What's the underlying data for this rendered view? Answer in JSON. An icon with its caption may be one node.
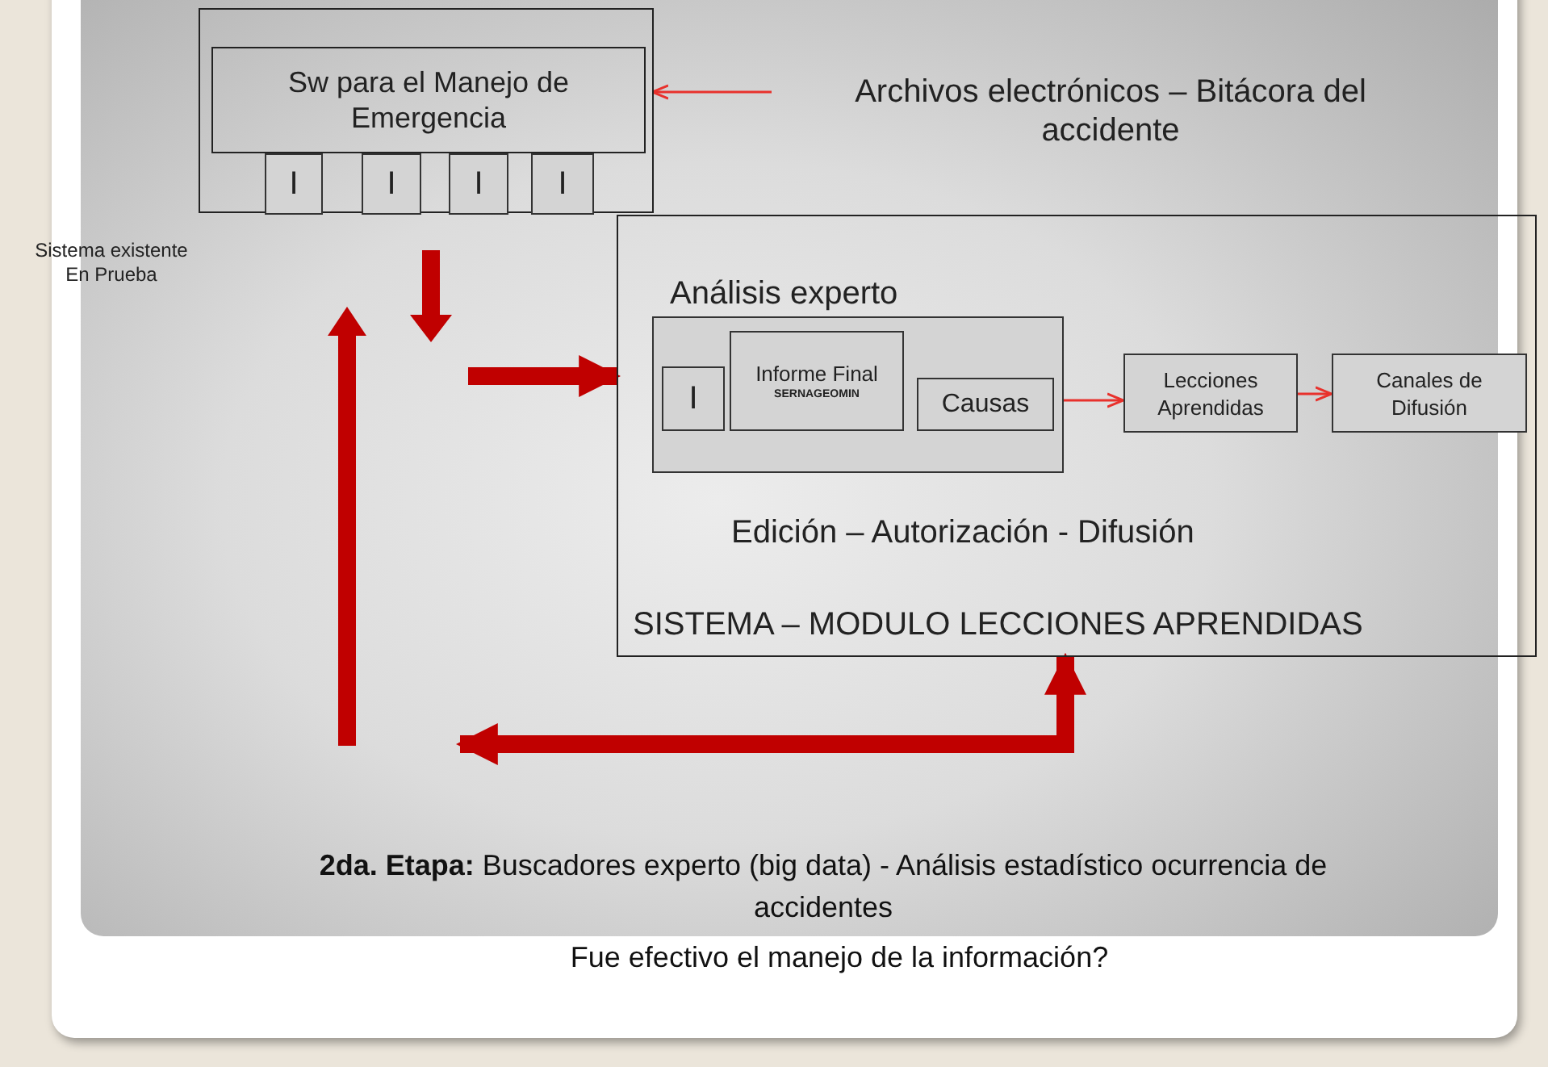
{
  "diagram": {
    "nodes": [
      {
        "text": [],
        "shape": "box"
      },
      {
        "text": [
          "Sw para el Manejo de Emergencia"
        ],
        "in": 0
      },
      {
        "text": [
          "I"
        ],
        "in": 0
      },
      {
        "text": [
          "I"
        ],
        "in": 0
      },
      {
        "text": [
          "I"
        ],
        "in": 0
      },
      {
        "text": [
          "I"
        ],
        "in": 0
      },
      {
        "text": [
          "Archivos electrónicos – Bitácora del accidente"
        ]
      },
      {
        "text": [
          "Edición – Autorización - Difusión",
          "SISTEMA – MODULO LECCIONES APRENDIDAS"
        ]
      },
      {
        "text": [
          "Análisis experto"
        ],
        "in": 7
      },
      {
        "text": [
          "I"
        ],
        "in": 8
      },
      {
        "text": [
          "Informe Final",
          "SERNAGEOMIN"
        ],
        "in": 8
      },
      {
        "text": [
          "Causas"
        ],
        "in": 8
      },
      {
        "text": [
          "Lecciones Aprendidas"
        ],
        "in": 7
      },
      {
        "text": [
          "Canales de Difusión"
        ],
        "in": 7
      }
    ],
    "edges": [
      {
        "from": 6,
        "to": 0,
        "arrow": "to"
      },
      {
        "from": 11,
        "to": 12,
        "arrow": "to"
      },
      {
        "from": 12,
        "to": 13,
        "arrow": "to"
      },
      {
        "from": null,
        "to": 7,
        "arrow": "to",
        "style": "thick",
        "color": "#c00000"
      },
      {
        "from": null,
        "to": 7,
        "arrow": "both",
        "style": "thick",
        "color": "#c00000"
      }
    ],
    "labels": [
      "Sistema existente En Prueba",
      "**2da. Etapa:** Buscadores experto (big data) - Análisis estadístico ocurrencia de accidentes",
      "Fue efectivo el manejo de la información?"
    ]
  }
}
